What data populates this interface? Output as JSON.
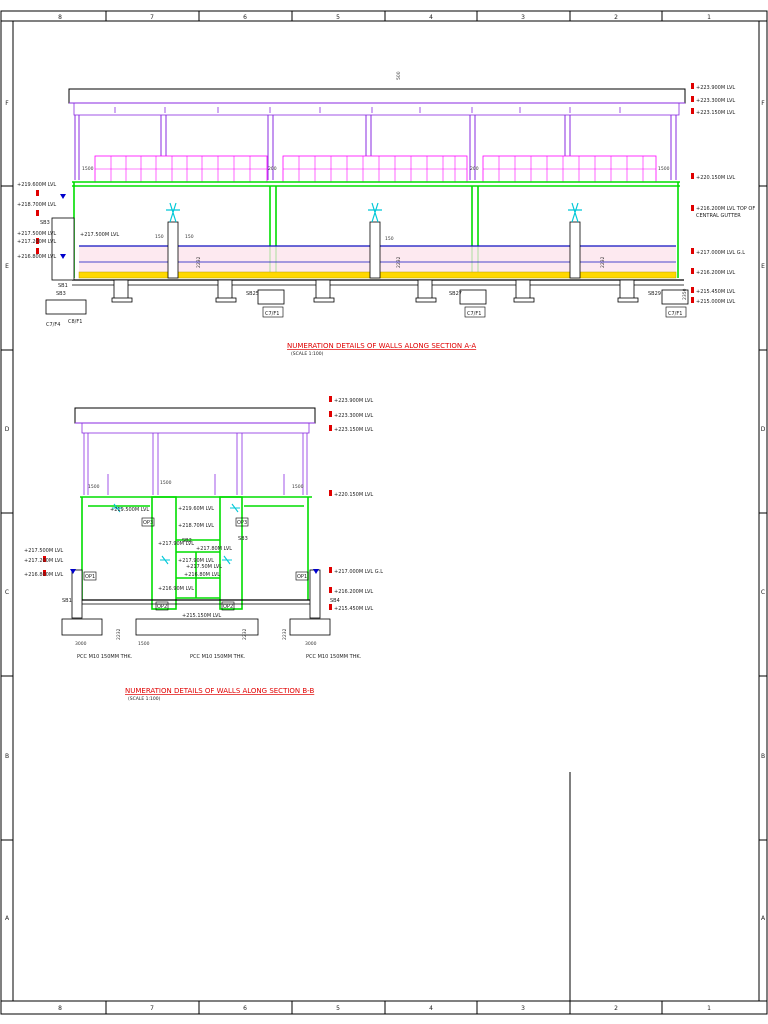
{
  "border": {
    "columns": [
      "8",
      "7",
      "6",
      "5",
      "4",
      "3",
      "2",
      "1"
    ],
    "rows": [
      "F",
      "E",
      "D",
      "C",
      "B",
      "A"
    ]
  },
  "section_aa": {
    "title": "NUMERATION DETAILS OF WALLS ALONG SECTION A-A",
    "scale": "(SCALE 1:100)",
    "right_levels": [
      "+223.900M LVL",
      "+223.300M LVL",
      "+223.150M LVL",
      "+220.150M LVL",
      "+216.200M LVL TOP OF",
      "CENTRAL GUTTER",
      "+217.000M LVL G.L",
      "+216.200M LVL",
      "+215.450M LVL",
      "+215.000M LVL"
    ],
    "left_levels": [
      "+219.600M LVL",
      "+218.700M LVL",
      "+217.500M LVL",
      "+217.200M LVL",
      "+216.800M LVL"
    ],
    "mid_level": "+217.500M LVL",
    "left_tags": [
      "SB3",
      "SB1",
      "SB3",
      "C7/F4",
      "C8/F1"
    ],
    "column_tags": [
      "C7/F1",
      "C7/F1",
      "C7/F1"
    ],
    "beam_tags": [
      "SB25",
      "SB27",
      "SB29"
    ],
    "dims": {
      "d1500a": "1500",
      "d1500b": "1500",
      "d200a": "200",
      "d200b": "200",
      "d150a": "150",
      "d150b": "150",
      "d150c": "150",
      "d2232a": "2232",
      "d2232b": "2232",
      "d2232c": "2232",
      "d500": "500",
      "d2350": "2350"
    }
  },
  "section_bb": {
    "title": "NUMERATION DETAILS OF WALLS ALONG SECTION B-B",
    "scale": "(SCALE 1:100)",
    "right_levels": [
      "+223.900M LVL",
      "+223.300M LVL",
      "+223.150M LVL",
      "+220.150M LVL",
      "+217.000M LVL G.L",
      "+216.200M LVL",
      "+215.450M LVL"
    ],
    "left_levels": [
      "+217.500M LVL",
      "+217.200M LVL",
      "+216.800M LVL"
    ],
    "inner_levels": [
      "+219.500M LVL",
      "+219.60M LVL",
      "+218.70M LVL",
      "+217.90M LVL",
      "+217.80M LVL",
      "+217.90M LVL",
      "+217.50M LVL",
      "+216.80M LVL",
      "+216.90M LVL",
      "+215.150M LVL"
    ],
    "tags": [
      "OP3",
      "OP3",
      "OP1",
      "OP1",
      "OP2",
      "OP2",
      "SB2",
      "SB3",
      "SB1",
      "SB4"
    ],
    "dims": {
      "d1500a": "1500",
      "d1500b": "1500",
      "d1500c": "1500",
      "d1500d": "1500",
      "d3000a": "3000",
      "d3000b": "3000",
      "d2232a": "2232",
      "d2232b": "2232",
      "d2232c": "2232"
    },
    "pcc": [
      "PCC M10 150MM THK.",
      "PCC M10 150MM THK.",
      "PCC M10 150MM THK."
    ]
  },
  "colors": {
    "frame": "#000000",
    "structure": "#00dd00",
    "purple": "#8a2be2",
    "magenta": "#ff00ff",
    "title": "#e00000",
    "level_marker": "#e00000",
    "water": "#0000cc",
    "yellow": "#ffd800",
    "cyan": "#00c8d8",
    "blue_line": "#1010c0"
  }
}
